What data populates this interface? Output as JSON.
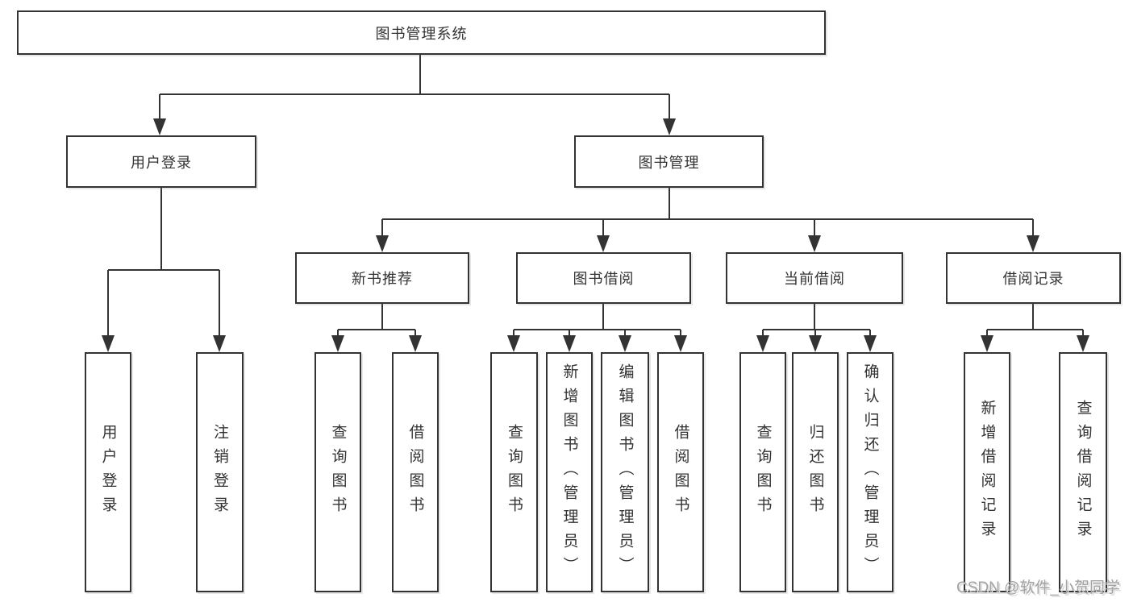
{
  "diagram": {
    "root": {
      "label": "图书管理系统",
      "children": [
        {
          "label": "用户登录",
          "children": [
            {
              "label": "用户登录"
            },
            {
              "label": "注销登录"
            }
          ]
        },
        {
          "label": "图书管理",
          "children": [
            {
              "label": "新书推荐",
              "children": [
                {
                  "label": "查询图书"
                },
                {
                  "label": "借阅图书"
                }
              ]
            },
            {
              "label": "图书借阅",
              "children": [
                {
                  "label": "查询图书"
                },
                {
                  "label": "新增图书（管理员）"
                },
                {
                  "label": "编辑图书（管理员）"
                },
                {
                  "label": "借阅图书"
                }
              ]
            },
            {
              "label": "当前借阅",
              "children": [
                {
                  "label": "查询图书"
                },
                {
                  "label": "归还图书"
                },
                {
                  "label": "确认归还（管理员）"
                }
              ]
            },
            {
              "label": "借阅记录",
              "children": [
                {
                  "label": "新增借阅记录"
                },
                {
                  "label": "查询借阅记录"
                }
              ]
            }
          ]
        }
      ]
    }
  },
  "watermark": {
    "text": "CSDN @软件_小贺同学"
  },
  "colors": {
    "line": "#333333",
    "text": "#333333",
    "box_background": "#ffffff",
    "page_background": "#ffffff",
    "watermark": "#a3a3a3"
  }
}
